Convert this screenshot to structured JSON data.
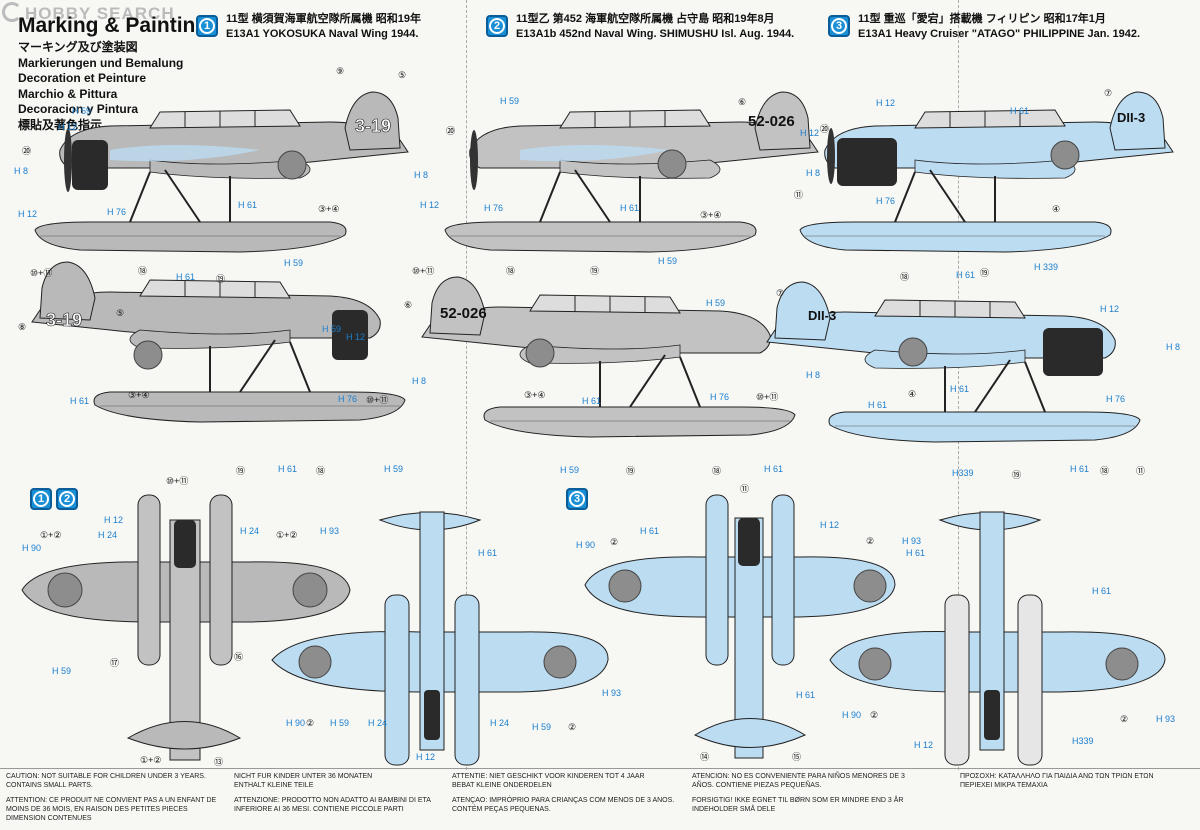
{
  "watermark": "HOBBY SEARCH",
  "title": "Marking & Painting",
  "languages": [
    "マーキング及び塗装図",
    "Markierungen und Bemalung",
    "Decoration et Peinture",
    "Marchio & Pittura",
    "Decoracion y Pintura",
    "標貼及著色指示"
  ],
  "schemes": [
    {
      "badge": "1",
      "line1": "11型  横須賀海軍航空隊所属機  昭和19年",
      "line2": "E13A1 YOKOSUKA Naval Wing 1944."
    },
    {
      "badge": "2",
      "line1": "11型乙  第452  海軍航空隊所属機  占守島  昭和19年8月",
      "line2": "E13A1b 452nd Naval Wing. SHIMUSHU Isl. Aug. 1944."
    },
    {
      "badge": "3",
      "line1": "11型  重巡「愛宕」搭載機  フィリピン  昭和17年1月",
      "line2": "E13A1 Heavy Cruiser \"ATAGO\" PHILIPPINE Jan. 1942."
    }
  ],
  "codes": {
    "s1": "3-19",
    "s2": "52-026",
    "s3": "DII-3"
  },
  "bottom_badges": {
    "left": [
      "1",
      "2"
    ],
    "right": "3"
  },
  "colors": {
    "blue_badge": "#1a8fd6",
    "grey": "#b9b9b9",
    "light_blue": "#bcdcf2",
    "engine": "#2a2a2a",
    "hinomaru": "#8d8d8d"
  },
  "labels": {
    "h59": "H 59",
    "h12": "H 12",
    "h8": "H 8",
    "h76": "H 76",
    "h61": "H 61",
    "h24": "H 24",
    "h90": "H 90",
    "h93": "H 93",
    "h339": "H339",
    "h339b": "H 339",
    "n20": "⑳",
    "n9": "⑨",
    "n5": "⑤",
    "n6": "⑥",
    "n7": "⑦",
    "n8": "⑧",
    "n34": "③+④",
    "n4": "④",
    "n1011": "⑩+⑪",
    "n11": "⑪",
    "n18": "⑱",
    "n19": "⑲",
    "n12": "①+②",
    "n2": "②",
    "n17": "⑰",
    "n16": "⑯",
    "n13": "⑬",
    "n14": "⑭",
    "n15": "⑮"
  },
  "footer": [
    [
      "CAUTION: NOT SUITABLE FOR CHILDREN UNDER 3 YEARS.",
      "CONTAINS SMALL PARTS.",
      "ATTENTION: CE PRODUIT NE CONVIENT PAS A UN ENFANT DE",
      "MOINS DE 36 MOIS, EN RAISON DES PETITES PIECES",
      "DIMENSION CONTENUES"
    ],
    [
      "NICHT FUR KINDER UNTER 36 MONATEN",
      "ENTHALT KLEINE TEILE",
      "ATTENZIONE: PRODOTTO NON ADATTO AI BAMBINI DI ETA",
      "INFERIORE AI 36 MESI. CONTIENE PICCOLE PARTI"
    ],
    [
      "ATTENTIE: NIET GESCHIKT VOOR KINDEREN TOT 4 JAAR",
      "BEBAT KLEINE ONDERDELEN",
      "ATENÇAO: IMPRÓPRIO PARA CRIANÇAS COM MENOS DE 3 ANOS.",
      "CONTÉM PEÇAS PEQUENAS."
    ],
    [
      "ATENCION: NO ES CONVENIENTE PARA NIÑOS MENORES DE 3",
      "AÑOS. CONTIENE PIEZAS PEQUEÑAS.",
      "FORSIGTIG! IKKE EGNET TIL BØRN SOM ER MINDRE END 3 ÅR",
      "INDEHOLDER SMÅ DELE"
    ],
    [
      "ΠΡΟΣΟΧΗ: ΚΑΤΑΛΛΗΛΟ ΓΙΑ ΠΑΙΔΙΑ ΑΝΩ ΤΩΝ ΤΡΙΩΝ ΕΤΩΝ",
      "ΠΕΡΙΕΧΕΙ ΜΙΚΡΑ ΤΕΜΑΧΙΑ"
    ]
  ]
}
